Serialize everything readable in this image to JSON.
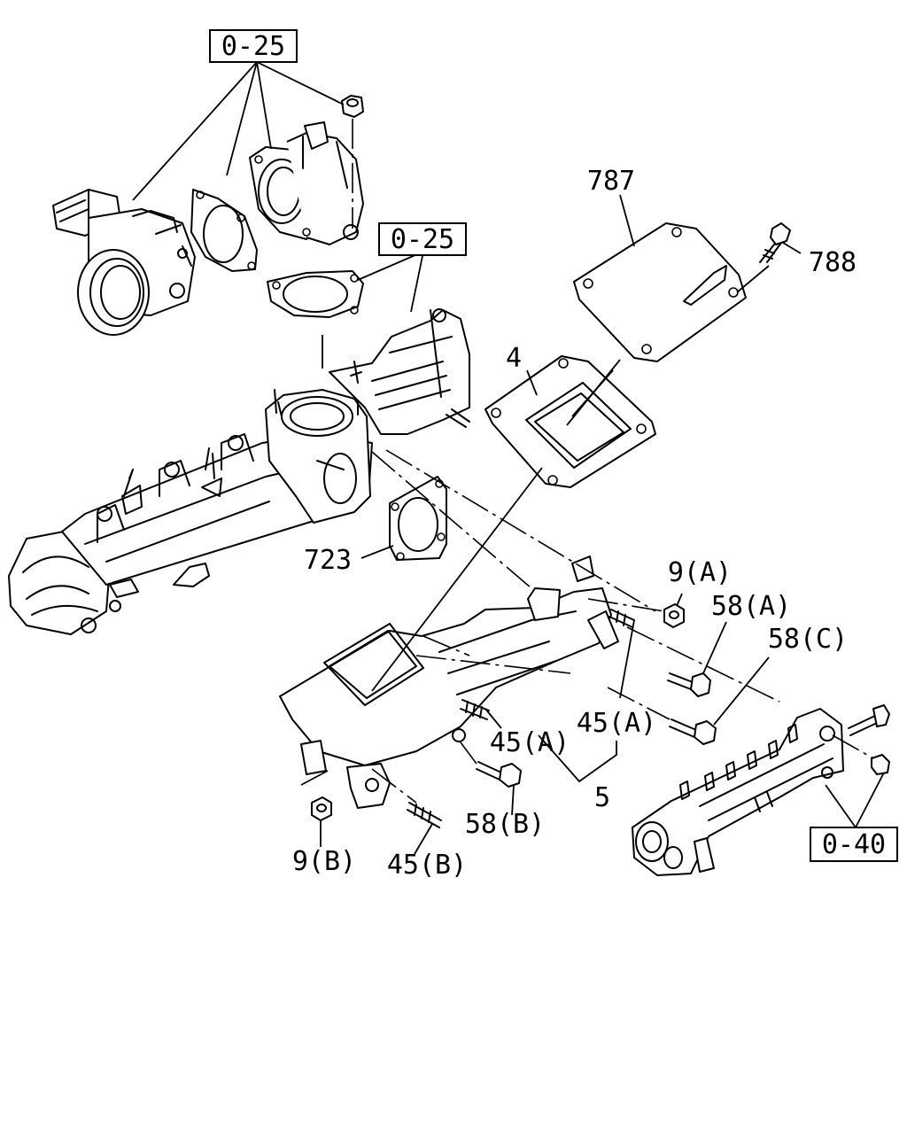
{
  "ref_labels": {
    "ref_top": "0-25",
    "ref_mid": "0-25",
    "ref_rail": "0-40"
  },
  "part_labels": {
    "p787": "787",
    "p788": "788",
    "p4": "4",
    "p723": "723",
    "p9a": "9(A)",
    "p58a": "58(A)",
    "p58c": "58(C)",
    "p45a_left": "45(A)",
    "p45a_right": "45(A)",
    "p5": "5",
    "p58b": "58(B)",
    "p9b": "9(B)",
    "p45b": "45(B)"
  },
  "colors": {
    "line": "#000000",
    "background": "#ffffff"
  }
}
